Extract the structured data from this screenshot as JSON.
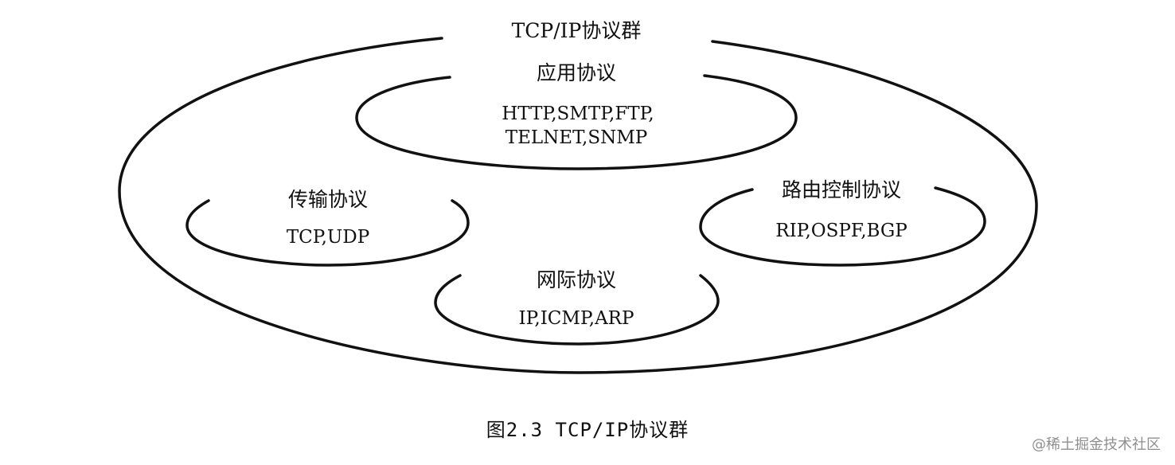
{
  "diagram": {
    "outer": {
      "title": "TCP/IP协议群"
    },
    "application": {
      "title": "应用协议",
      "items_line1": "HTTP,SMTP,FTP,",
      "items_line2": "TELNET,SNMP"
    },
    "transport": {
      "title": "传输协议",
      "items": "TCP,UDP"
    },
    "routing": {
      "title": "路由控制协议",
      "items": "RIP,OSPF,BGP"
    },
    "internet": {
      "title": "网际协议",
      "items": "IP,ICMP,ARP"
    }
  },
  "caption": "图2.3  TCP/IP协议群",
  "watermark": "@稀土掘金技术社区"
}
